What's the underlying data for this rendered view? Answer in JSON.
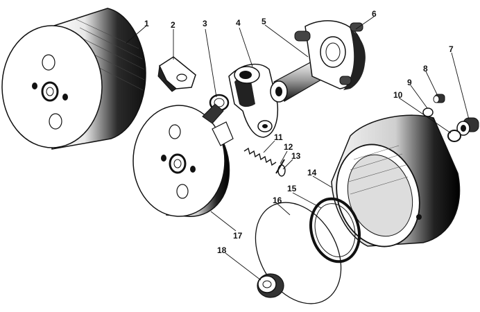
{
  "diagram": {
    "callouts": [
      "1",
      "2",
      "3",
      "4",
      "5",
      "6",
      "7",
      "8",
      "9",
      "10",
      "11",
      "12",
      "13",
      "14",
      "15",
      "16",
      "17",
      "18"
    ]
  },
  "colors": {
    "ink": "#111111",
    "paper": "#ffffff",
    "shade": "#2a2a2a",
    "mid": "#8a8a8a"
  }
}
